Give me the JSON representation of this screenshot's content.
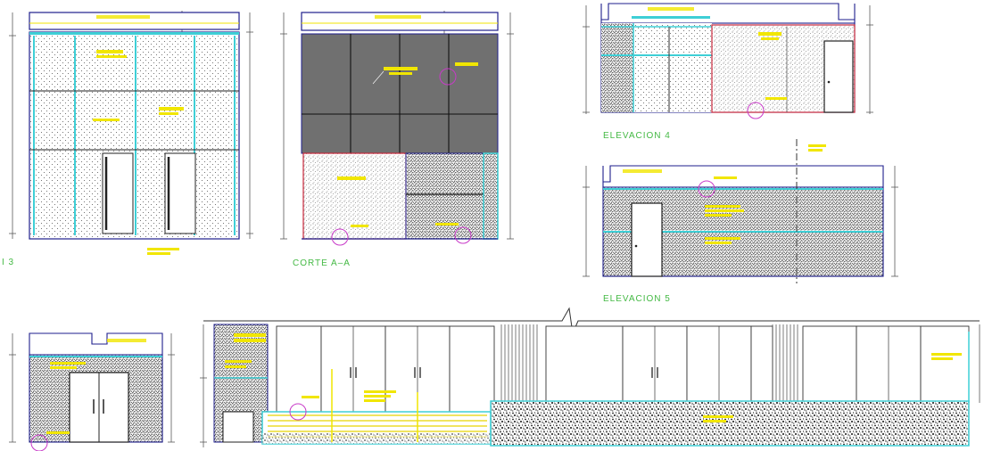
{
  "views": {
    "left": {
      "label": "I 3"
    },
    "section_aa": {
      "label": "CORTE A–A"
    },
    "elevation4": {
      "label": "ELEVACION 4"
    },
    "elevation5": {
      "label": "ELEVACION 5"
    }
  },
  "colors": {
    "background": "#ffffff",
    "outline": "#1e1e8c",
    "cyan": "#3ecfd6",
    "yellow": "#f1e600",
    "label_green": "#44b944",
    "magenta": "#c83ac8",
    "red": "#c8283c",
    "dark_fill": "#707070",
    "dimension": "#5a5a5a",
    "dash_axis": "#333333"
  },
  "hatching_icons": [
    "stipple-hatch",
    "dense-stipple-hatch",
    "gravel-hatch",
    "dot-grid-hatch"
  ]
}
